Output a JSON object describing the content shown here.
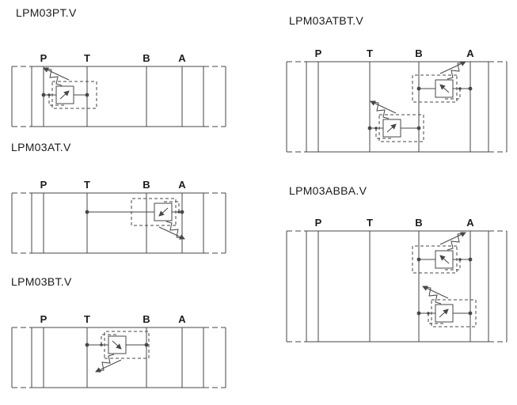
{
  "page": {
    "background": "#ffffff",
    "line_color": "#474747",
    "text_color": "#1b1b1b"
  },
  "diagrams": [
    {
      "title": "LPM03PT.V",
      "ports": [
        "P",
        "T",
        "B",
        "A"
      ]
    },
    {
      "title": "LPM03AT.V",
      "ports": [
        "P",
        "T",
        "B",
        "A"
      ]
    },
    {
      "title": "LPM03BT.V",
      "ports": [
        "P",
        "T",
        "B",
        "A"
      ]
    },
    {
      "title": "LPM03ATBT.V",
      "ports": [
        "P",
        "T",
        "B",
        "A"
      ]
    },
    {
      "title": "LPM03ABBA.V",
      "ports": [
        "P",
        "T",
        "B",
        "A"
      ]
    }
  ]
}
